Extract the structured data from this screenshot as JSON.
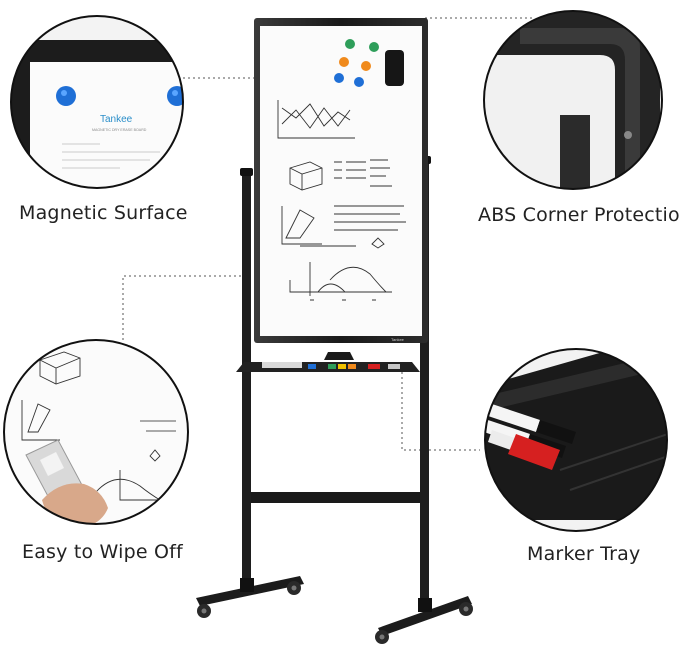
{
  "product": {
    "board_brand": "Tankee",
    "board_subtitle": "MAGNETIC DRY ERASE BOARD",
    "corner_brand": "Tankee"
  },
  "features": [
    {
      "label": "Magnetic Surface"
    },
    {
      "label": "ABS Corner Protection"
    },
    {
      "label": "Easy to Wipe Off"
    },
    {
      "label": "Marker Tray"
    }
  ],
  "colors": {
    "frame": "#1f1f1f",
    "board": "#fbfbfb",
    "magnet_green": "#2e9e5a",
    "magnet_orange": "#f08a1c",
    "magnet_blue": "#1f6fd6",
    "marker_red": "#d62020",
    "label_text": "#222222"
  }
}
